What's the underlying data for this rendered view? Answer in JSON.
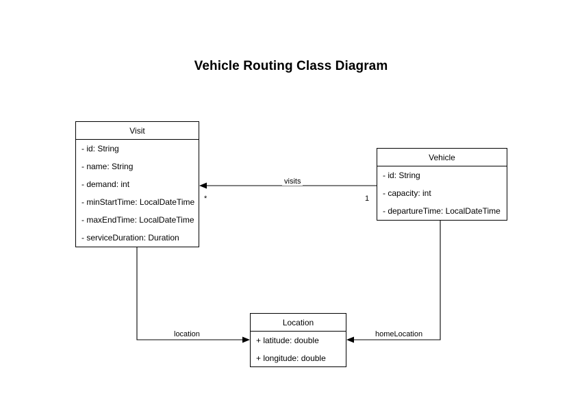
{
  "title": "Vehicle Routing Class Diagram",
  "classes": [
    {
      "id": "visit",
      "name": "Visit",
      "attributes": [
        "- id: String",
        "- name: String",
        "- demand: int",
        "- minStartTime: LocalDateTime",
        "- maxEndTime: LocalDateTime",
        "- serviceDuration: Duration"
      ]
    },
    {
      "id": "vehicle",
      "name": "Vehicle",
      "attributes": [
        "- id: String",
        "- capacity: int",
        "- departureTime: LocalDateTime"
      ]
    },
    {
      "id": "location",
      "name": "Location",
      "attributes": [
        "+ latitude: double",
        "+ longitude: double"
      ]
    }
  ],
  "relations": [
    {
      "id": "visits",
      "label": "visits",
      "from": "Vehicle",
      "to": "Visit",
      "source_multiplicity": "1",
      "target_multiplicity": "*",
      "arrow": "open-directed"
    },
    {
      "id": "location",
      "label": "location",
      "from": "Visit",
      "to": "Location",
      "source_multiplicity": "",
      "target_multiplicity": "",
      "arrow": "open-directed"
    },
    {
      "id": "homeLocation",
      "label": "homeLocation",
      "from": "Vehicle",
      "to": "Location",
      "source_multiplicity": "",
      "target_multiplicity": "",
      "arrow": "open-directed"
    }
  ],
  "colors": {
    "background": "#ffffff",
    "stroke": "#000000",
    "text": "#000000"
  }
}
